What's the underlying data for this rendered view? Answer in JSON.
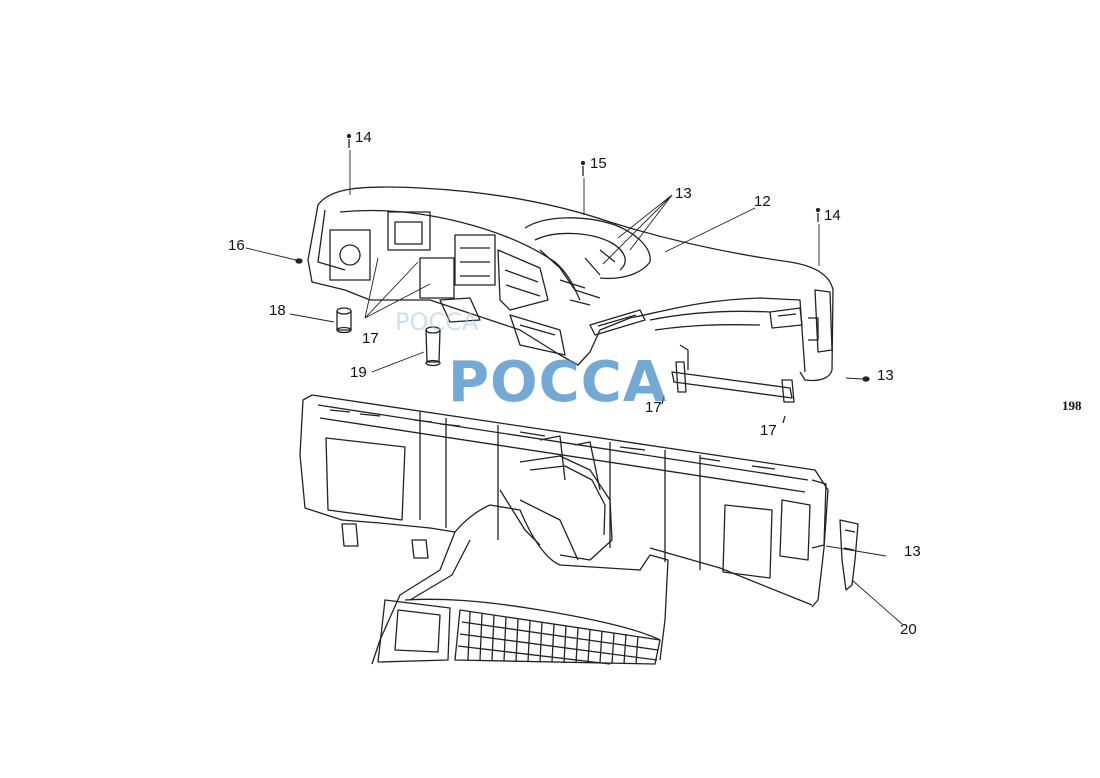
{
  "callouts": {
    "c14a": "14",
    "c15": "15",
    "c13a": "13",
    "c12": "12",
    "c14b": "14",
    "c16": "16",
    "c18": "18",
    "c17a": "17",
    "c19": "19",
    "c17b": "17",
    "c17c": "17",
    "c13b": "13",
    "c13c": "13",
    "c20": "20"
  },
  "page_number": "198",
  "watermark": {
    "text": "POCCA",
    "faint_text": "POCCA",
    "color": "#3f88c5"
  },
  "colors": {
    "line": "#222222",
    "paper": "#ffffff"
  }
}
